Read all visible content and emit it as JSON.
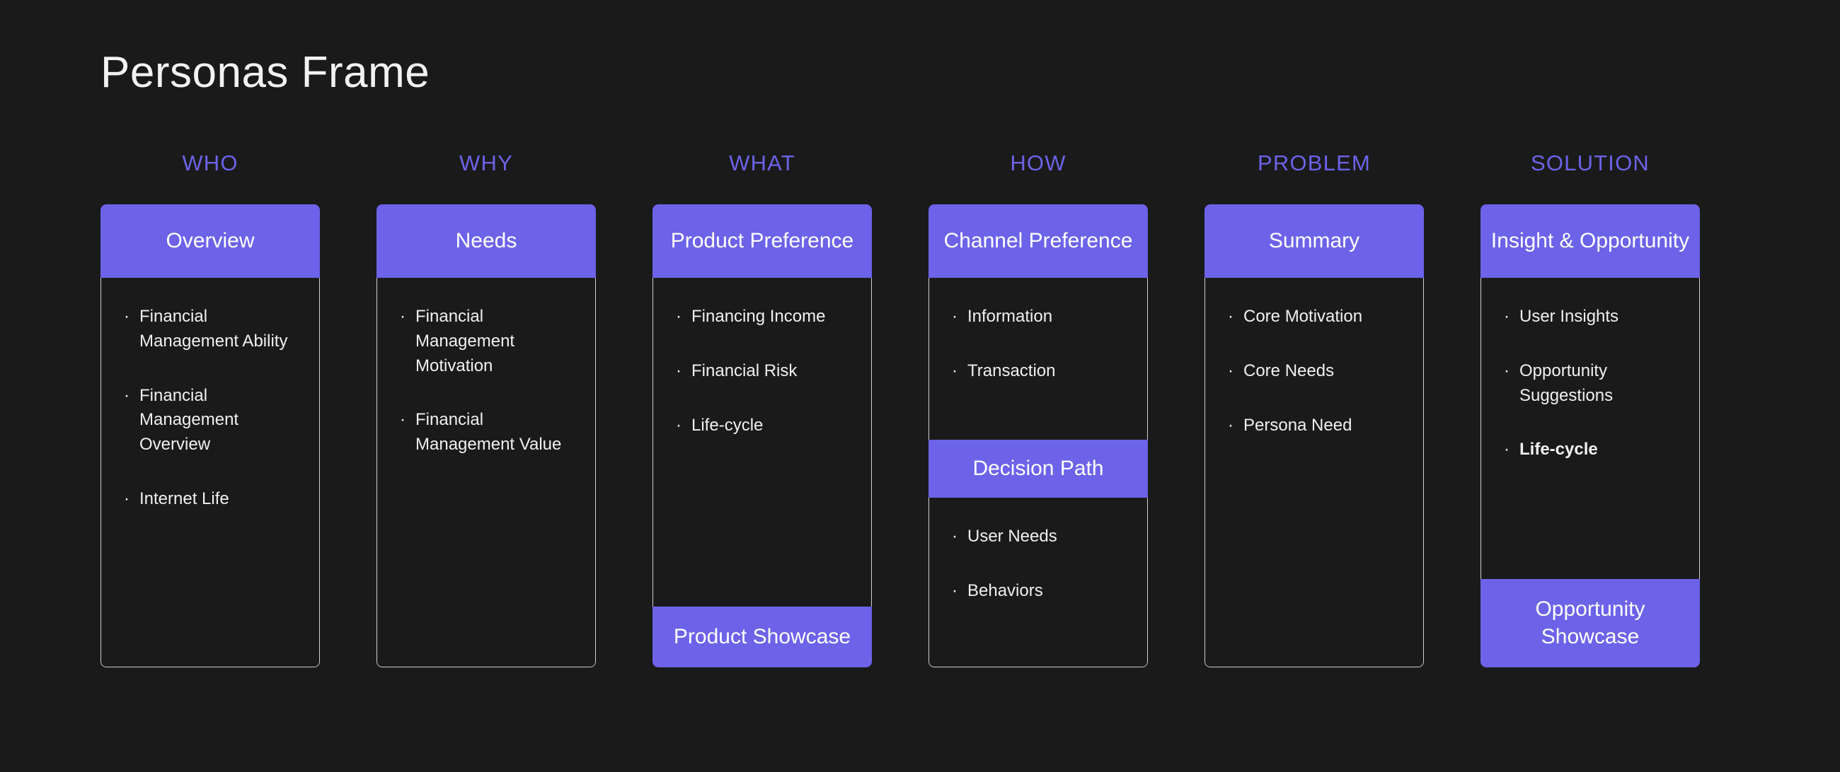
{
  "page": {
    "title": "Personas Frame",
    "accent_color": "#6C63E8",
    "background_color": "#1A1A1A",
    "text_color": "#FFFFFF"
  },
  "columns": [
    {
      "header": "WHO",
      "card_title": "Overview",
      "bullets": [
        {
          "text": "Financial Management Ability",
          "bold": false
        },
        {
          "text": "Financial Management Overview",
          "bold": false
        },
        {
          "text": "Internet Life",
          "bold": false
        }
      ],
      "band": null,
      "bullets_after_band": [],
      "footer": null
    },
    {
      "header": "WHY",
      "card_title": "Needs",
      "bullets": [
        {
          "text": "Financial Management Motivation",
          "bold": false
        },
        {
          "text": "Financial Management Value",
          "bold": false
        }
      ],
      "band": null,
      "bullets_after_band": [],
      "footer": null
    },
    {
      "header": "WHAT",
      "card_title": "Product Preference",
      "bullets": [
        {
          "text": "Financing Income",
          "bold": false
        },
        {
          "text": "Financial Risk",
          "bold": false
        },
        {
          "text": "Life-cycle",
          "bold": false
        }
      ],
      "band": null,
      "bullets_after_band": [],
      "footer": "Product Showcase"
    },
    {
      "header": "HOW",
      "card_title": "Channel Preference",
      "bullets": [
        {
          "text": "Information",
          "bold": false
        },
        {
          "text": "Transaction",
          "bold": false
        }
      ],
      "band": "Decision Path",
      "bullets_after_band": [
        {
          "text": "User Needs",
          "bold": false
        },
        {
          "text": "Behaviors",
          "bold": false
        }
      ],
      "footer": null
    },
    {
      "header": "PROBLEM",
      "card_title": "Summary",
      "bullets": [
        {
          "text": "Core Motivation",
          "bold": false
        },
        {
          "text": "Core Needs",
          "bold": false
        },
        {
          "text": "Persona Need",
          "bold": false
        }
      ],
      "band": null,
      "bullets_after_band": [],
      "footer": null
    },
    {
      "header": "SOLUTION",
      "card_title": "Insight & Opportunity",
      "bullets": [
        {
          "text": "User Insights",
          "bold": false
        },
        {
          "text": "Opportunity Suggestions",
          "bold": false
        },
        {
          "text": "Life-cycle",
          "bold": true
        }
      ],
      "band": null,
      "bullets_after_band": [],
      "footer": "Opportunity Showcase"
    }
  ],
  "bullet_glyph": "·"
}
